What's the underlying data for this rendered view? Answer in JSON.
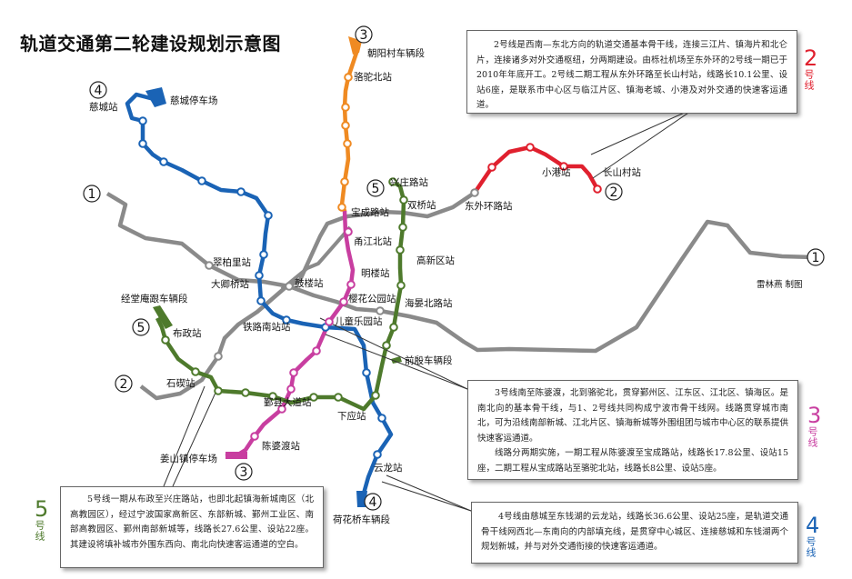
{
  "title": "轨道交通第二轮建设规划示意图",
  "credit": "雷林燕  制图",
  "colors": {
    "line1": "#8a8a8a",
    "line2": "#e0202e",
    "line3": "#ef8a22",
    "line3b": "#c83ea0",
    "line4": "#1a63b5",
    "line5": "#4e7a2c",
    "station_fill": "#ffffff"
  },
  "lines": {
    "l1": "1",
    "l2": "2",
    "l3": "3",
    "l4": "4",
    "l5": "5"
  },
  "stations": {
    "chaoyangcun": "朝阳村车辆段",
    "luotuobei": "骆驼北站",
    "cicheng_depot": "慈城停车场",
    "cicheng": "慈城站",
    "xingzhuang": "兴庄路站",
    "shuangqiao": "双桥站",
    "dongwaihuan": "东外环路站",
    "xiaogangcun": "小港站",
    "changshancun": "长山村站",
    "baocheng": "宝成路站",
    "yongjiangbei": "甬江北站",
    "gaoxin": "高新区站",
    "mingloucun": "明楼站",
    "cuibaili": "翠柏里站",
    "daqingqiao": "大卿桥站",
    "gulou": "鼓楼站",
    "yinghuagongyuan": "樱花公园站",
    "haiyanbeilu": "海晏北路站",
    "tielunanzhan": "铁路南站站",
    "ertongleyuan": "儿童乐园站",
    "qianguchelian": "前殷车辆段",
    "jingtangdepot": "经堂庵跟车辆段",
    "buzheng": "布政站",
    "shiqi": "石碶站",
    "yinxiandadao": "鄞县大道站",
    "xiaying": "下应站",
    "jiangshan": "姜山镇停车场",
    "chenpodu": "陈婆渡站",
    "yunlong": "云龙站",
    "hehuaqiao": "荷花桥车辆段"
  },
  "notes": {
    "line2": "2号线是西南—东北方向的轨道交通基本骨干线，连接三江片、镇海片和北仑片，连接诸多对外交通枢纽，分两期建设。由栎社机场至东外环的2号线一期已于2010年年底开工。2号线二期工程从东外环路至长山村站，线路长10.1公里、设站6座，是联系市中心区与临江片区、镇海老城、小港及对外交通的快速客运通道。",
    "line3_a": "3号线南至陈婆渡，北到骆驼北，贯穿鄞州区、江东区、江北区、镇海区。是南北向的基本骨干线，与1、2号线共同构成宁波市骨干线网。线路贯穿城市南北，可为沿线南部新城、江北片区、镇海新城等外围组团与城市中心区的联系提供快速客运通道。",
    "line3_b": "线路分两期实施，一期工程从陈婆渡至宝成路站，线路长17.8公里、设站15座，二期工程从宝成路站至骆驼北站，线路长8公里、设站5座。",
    "line4": "4号线由慈城至东钱湖的云龙站，线路长36.6公里、设站25座，是轨道交通骨干线网西北—东南向的内部填充线，是贯穿中心城区、连接慈城和东钱湖两个规划新城，并与对外交通衔接的快速客运通道。",
    "line5": "5号线一期从布政至兴庄路站，也即北起镇海新城南区（北高教园区），经过宁波国家高新区、东部新城、鄞州工业区、南部高教园区、鄞州南部新城等，线路长27.6公里、设站22座。其建设将填补城市外围东西向、南北向快速客运通道的空白。"
  },
  "tags": {
    "line2": {
      "num": "2",
      "label": "号线"
    },
    "line3": {
      "num": "3",
      "label": "号线"
    },
    "line4": {
      "num": "4",
      "label": "号线"
    },
    "line5": {
      "num": "5",
      "label": "号线"
    }
  }
}
